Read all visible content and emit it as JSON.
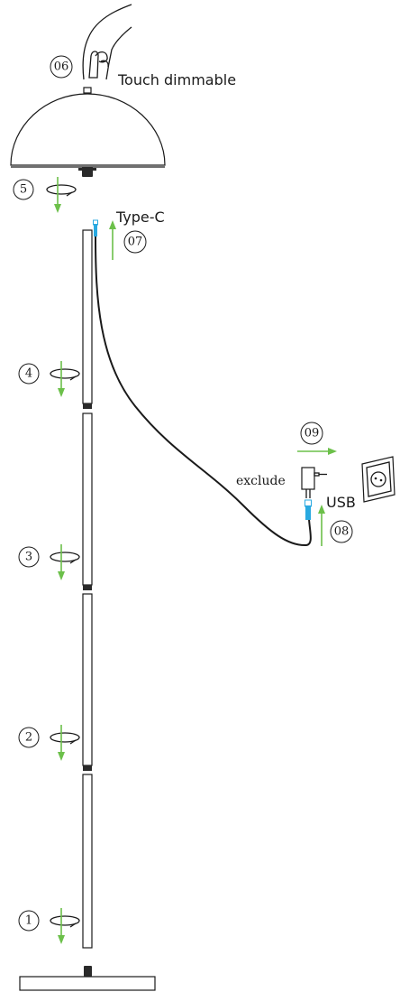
{
  "labels": {
    "touch_dimmable": "Touch dimmable",
    "type_c": "Type-C",
    "usb": "USB",
    "exclude": "exclude"
  },
  "steps": {
    "s1": "1",
    "s2": "2",
    "s3": "3",
    "s4": "4",
    "s5": "5",
    "s06": "06",
    "s07": "07",
    "s08": "08",
    "s09": "09"
  },
  "colors": {
    "arrow": "#6cc04a",
    "connector": "#29a9e0",
    "line": "#1a1a1a"
  }
}
